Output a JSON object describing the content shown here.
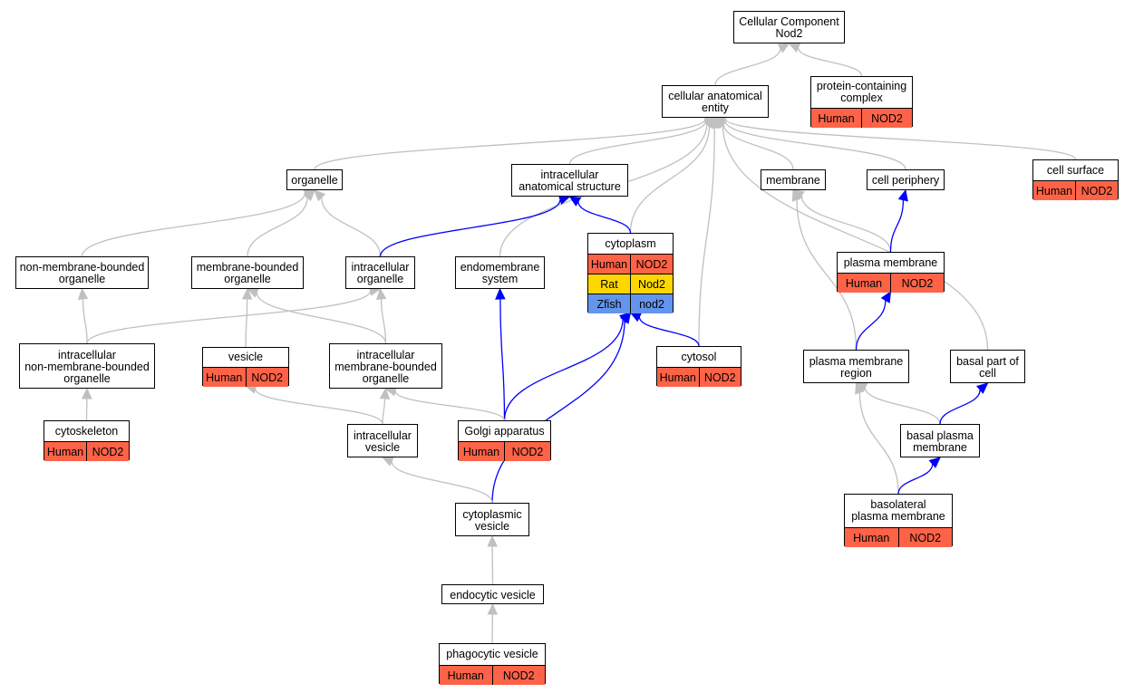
{
  "colors": {
    "gray_edge": "#c0c0c0",
    "blue_edge": "#0000ff",
    "human": "#ff6347",
    "rat": "#ffd700",
    "zfish": "#6495ed"
  },
  "nodes": [
    {
      "id": "cc",
      "lines": [
        "Cellular Component",
        "Nod2"
      ],
      "rows": []
    },
    {
      "id": "cae",
      "lines": [
        "cellular anatomical",
        "entity"
      ],
      "rows": []
    },
    {
      "id": "pcc",
      "lines": [
        "protein-containing",
        "complex"
      ],
      "rows": [
        {
          "species": "Human",
          "gene": "NOD2",
          "color": "human"
        }
      ]
    },
    {
      "id": "cellsurface",
      "lines": [
        "cell surface"
      ],
      "rows": [
        {
          "species": "Human",
          "gene": "NOD2",
          "color": "human"
        }
      ]
    },
    {
      "id": "organelle",
      "lines": [
        "organelle"
      ],
      "rows": []
    },
    {
      "id": "ias",
      "lines": [
        "intracellular",
        "anatomical structure"
      ],
      "rows": []
    },
    {
      "id": "membrane",
      "lines": [
        "membrane"
      ],
      "rows": []
    },
    {
      "id": "cellperiph",
      "lines": [
        "cell periphery"
      ],
      "rows": []
    },
    {
      "id": "nmbo",
      "lines": [
        "non-membrane-bounded",
        "organelle"
      ],
      "rows": []
    },
    {
      "id": "mbo",
      "lines": [
        "membrane-bounded",
        "organelle"
      ],
      "rows": []
    },
    {
      "id": "io",
      "lines": [
        "intracellular",
        "organelle"
      ],
      "rows": []
    },
    {
      "id": "endomem",
      "lines": [
        "endomembrane",
        "system"
      ],
      "rows": []
    },
    {
      "id": "cytoplasm",
      "lines": [
        "cytoplasm"
      ],
      "rows": [
        {
          "species": "Human",
          "gene": "NOD2",
          "color": "human"
        },
        {
          "species": "Rat",
          "gene": "Nod2",
          "color": "rat"
        },
        {
          "species": "Zfish",
          "gene": "nod2",
          "color": "zfish"
        }
      ]
    },
    {
      "id": "pm",
      "lines": [
        "plasma membrane"
      ],
      "rows": [
        {
          "species": "Human",
          "gene": "NOD2",
          "color": "human"
        }
      ]
    },
    {
      "id": "inmbo",
      "lines": [
        "intracellular",
        "non-membrane-bounded",
        "organelle"
      ],
      "rows": []
    },
    {
      "id": "vesicle",
      "lines": [
        "vesicle"
      ],
      "rows": [
        {
          "species": "Human",
          "gene": "NOD2",
          "color": "human"
        }
      ]
    },
    {
      "id": "imbo",
      "lines": [
        "intracellular",
        "membrane-bounded",
        "organelle"
      ],
      "rows": []
    },
    {
      "id": "cytosol",
      "lines": [
        "cytosol"
      ],
      "rows": [
        {
          "species": "Human",
          "gene": "NOD2",
          "color": "human"
        }
      ]
    },
    {
      "id": "pmr",
      "lines": [
        "plasma membrane",
        "region"
      ],
      "rows": []
    },
    {
      "id": "basalpart",
      "lines": [
        "basal part of",
        "cell"
      ],
      "rows": []
    },
    {
      "id": "cytoskeleton",
      "lines": [
        "cytoskeleton"
      ],
      "rows": [
        {
          "species": "Human",
          "gene": "NOD2",
          "color": "human"
        }
      ]
    },
    {
      "id": "iv",
      "lines": [
        "intracellular",
        "vesicle"
      ],
      "rows": []
    },
    {
      "id": "golgi",
      "lines": [
        "Golgi apparatus"
      ],
      "rows": [
        {
          "species": "Human",
          "gene": "NOD2",
          "color": "human"
        }
      ]
    },
    {
      "id": "bpm",
      "lines": [
        "basal plasma",
        "membrane"
      ],
      "rows": []
    },
    {
      "id": "cytovesicle",
      "lines": [
        "cytoplasmic",
        "vesicle"
      ],
      "rows": []
    },
    {
      "id": "blpm",
      "lines": [
        "basolateral",
        "plasma membrane"
      ],
      "rows": [
        {
          "species": "Human",
          "gene": "NOD2",
          "color": "human"
        }
      ]
    },
    {
      "id": "endovesicle",
      "lines": [
        "endocytic vesicle"
      ],
      "rows": []
    },
    {
      "id": "phagovesicle",
      "lines": [
        "phagocytic vesicle"
      ],
      "rows": [
        {
          "species": "Human",
          "gene": "NOD2",
          "color": "human"
        }
      ]
    }
  ],
  "edges": [
    {
      "from": "cae",
      "to": "cc",
      "color": "gray_edge"
    },
    {
      "from": "pcc",
      "to": "cc",
      "color": "gray_edge"
    },
    {
      "from": "organelle",
      "to": "cae",
      "color": "gray_edge"
    },
    {
      "from": "ias",
      "to": "cae",
      "color": "gray_edge"
    },
    {
      "from": "endomem",
      "to": "cae",
      "color": "gray_edge"
    },
    {
      "from": "cytoplasm",
      "to": "cae",
      "color": "gray_edge"
    },
    {
      "from": "cytosol",
      "to": "cae",
      "color": "gray_edge"
    },
    {
      "from": "membrane",
      "to": "cae",
      "color": "gray_edge"
    },
    {
      "from": "cellperiph",
      "to": "cae",
      "color": "gray_edge"
    },
    {
      "from": "cellsurface",
      "to": "cae",
      "color": "gray_edge"
    },
    {
      "from": "basalpart",
      "to": "cae",
      "color": "gray_edge"
    },
    {
      "from": "nmbo",
      "to": "organelle",
      "color": "gray_edge"
    },
    {
      "from": "mbo",
      "to": "organelle",
      "color": "gray_edge"
    },
    {
      "from": "io",
      "to": "organelle",
      "color": "gray_edge"
    },
    {
      "from": "io",
      "to": "ias",
      "color": "blue_edge"
    },
    {
      "from": "cytoplasm",
      "to": "ias",
      "color": "blue_edge"
    },
    {
      "from": "pm",
      "to": "membrane",
      "color": "gray_edge"
    },
    {
      "from": "pmr",
      "to": "membrane",
      "color": "gray_edge"
    },
    {
      "from": "pm",
      "to": "cellperiph",
      "color": "blue_edge"
    },
    {
      "from": "inmbo",
      "to": "nmbo",
      "color": "gray_edge"
    },
    {
      "from": "inmbo",
      "to": "io",
      "color": "gray_edge"
    },
    {
      "from": "vesicle",
      "to": "mbo",
      "color": "gray_edge"
    },
    {
      "from": "imbo",
      "to": "mbo",
      "color": "gray_edge"
    },
    {
      "from": "imbo",
      "to": "io",
      "color": "gray_edge"
    },
    {
      "from": "golgi",
      "to": "endomem",
      "color": "blue_edge"
    },
    {
      "from": "golgi",
      "to": "cytoplasm",
      "color": "blue_edge"
    },
    {
      "from": "cytosol",
      "to": "cytoplasm",
      "color": "blue_edge"
    },
    {
      "from": "cytovesicle",
      "to": "cytoplasm",
      "color": "blue_edge"
    },
    {
      "from": "pmr",
      "to": "pm",
      "color": "blue_edge"
    },
    {
      "from": "cytoskeleton",
      "to": "inmbo",
      "color": "gray_edge"
    },
    {
      "from": "iv",
      "to": "vesicle",
      "color": "gray_edge"
    },
    {
      "from": "iv",
      "to": "imbo",
      "color": "gray_edge"
    },
    {
      "from": "golgi",
      "to": "imbo",
      "color": "gray_edge"
    },
    {
      "from": "cytovesicle",
      "to": "iv",
      "color": "gray_edge"
    },
    {
      "from": "bpm",
      "to": "pmr",
      "color": "gray_edge"
    },
    {
      "from": "bpm",
      "to": "basalpart",
      "color": "blue_edge"
    },
    {
      "from": "blpm",
      "to": "pmr",
      "color": "gray_edge"
    },
    {
      "from": "blpm",
      "to": "bpm",
      "color": "blue_edge"
    },
    {
      "from": "endovesicle",
      "to": "cytovesicle",
      "color": "gray_edge"
    },
    {
      "from": "phagovesicle",
      "to": "endovesicle",
      "color": "gray_edge"
    }
  ]
}
